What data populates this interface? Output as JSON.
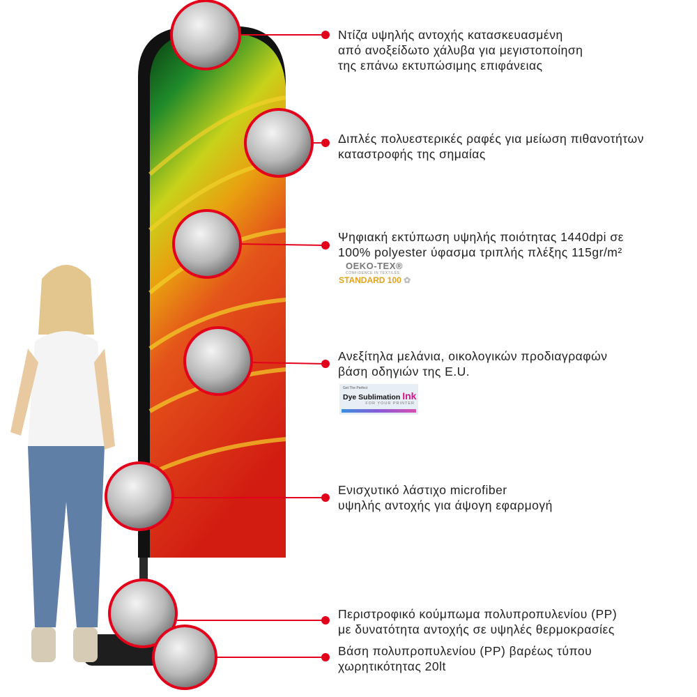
{
  "features": [
    {
      "lines": [
        "Ντίζα υψηλής αντοχής κατασκευασμένη",
        "από ανοξείδωτο χάλυβα για μεγιστοποίηση",
        "της επάνω εκτυπώσιμης επιφάνειας"
      ]
    },
    {
      "lines": [
        "Διπλές πολυεστερικές ραφές για μείωση πιθανοτήτων",
        "καταστροφής της σημαίας"
      ]
    },
    {
      "lines": [
        "Ψηφιακή εκτύπωση υψηλής ποιότητας 1440dpi σε",
        "100% polyester ύφασμα τριπλής πλέξης 115gr/m²"
      ]
    },
    {
      "lines": [
        "Ανεξίτηλα μελάνια, οικολογικών προδιαγραφών",
        "βάση οδηγιών της E.U."
      ]
    },
    {
      "lines": [
        "Ενισχυτικό λάστιχο microfiber",
        "υψηλής αντοχής για άψογη εφαρμογή"
      ]
    },
    {
      "lines": [
        "Περιστροφικό κούμπωμα πολυπροπυλενίου (PP)",
        "με δυνατότητα αντοχής σε υψηλές θερμοκρασίες"
      ]
    },
    {
      "lines": [
        "Βάση πολυπροπυλενίου (PP) βαρέως τύπου",
        "χωρητικότητας 20lt"
      ]
    }
  ],
  "oekotex": {
    "name": "OEKO-TEX®",
    "tagline": "CONFIDENCE IN TEXTILES",
    "standard": "STANDARD 100"
  },
  "ink_logo": {
    "pre": "Get The Perfect",
    "main": "Dye Sublimation ",
    "accent": "Ink",
    "sub": "FOR YOUR PRINTER"
  },
  "colors": {
    "callout": "#e3001b",
    "oeko": "#e3a21a",
    "ink": "#d4168a"
  }
}
